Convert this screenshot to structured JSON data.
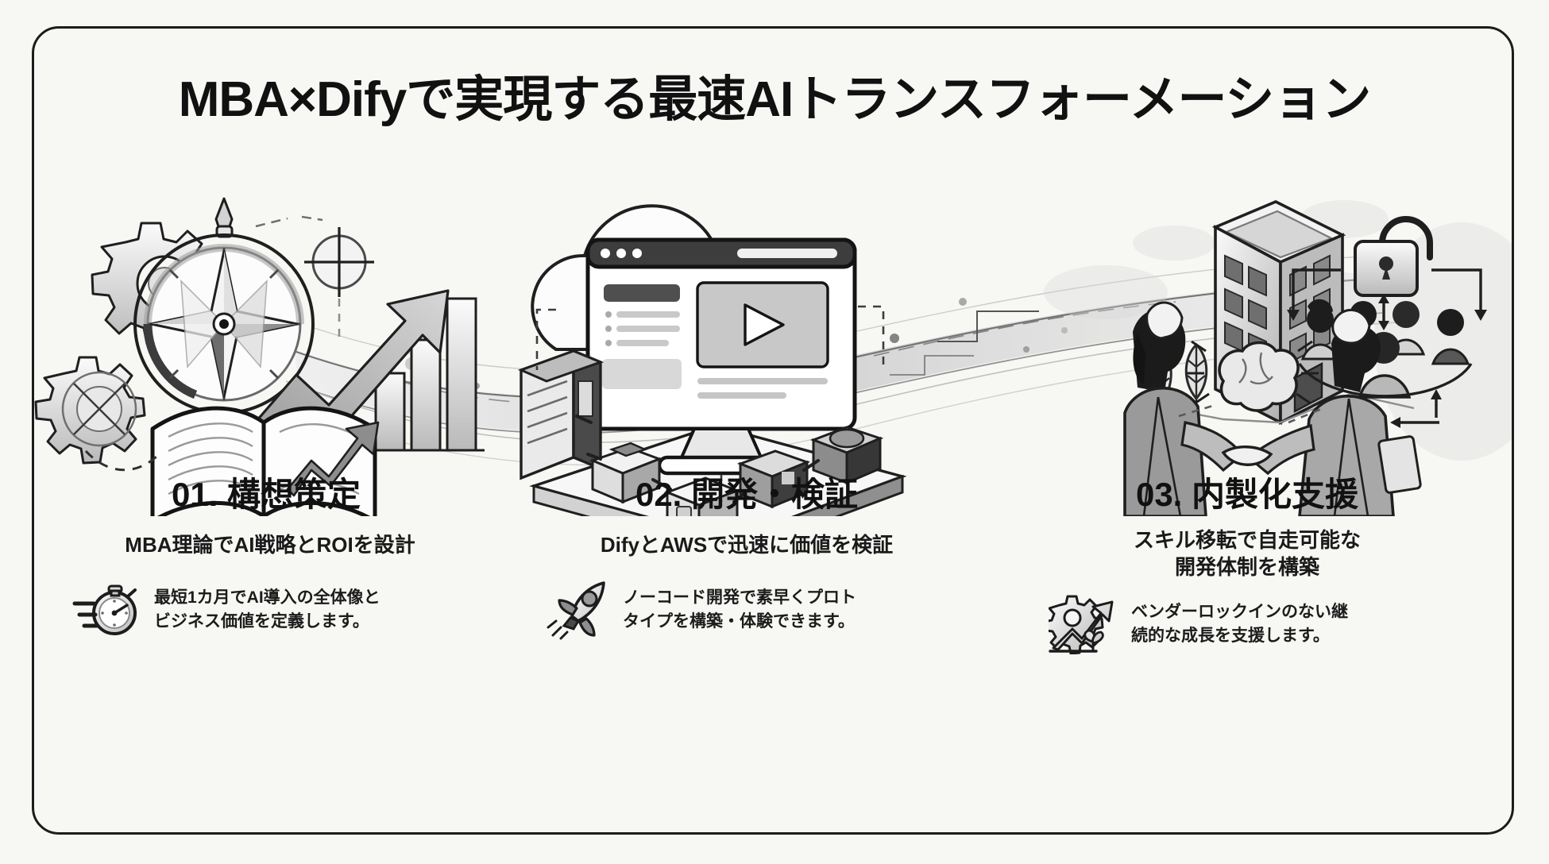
{
  "poster": {
    "title": "MBA×Difyで実現する最速AIトランスフォーメーション",
    "background_color": "#f7f7f4",
    "frame_color": "#1c1c1c",
    "text_color": "#111111"
  },
  "steps": [
    {
      "heading": "01. 構想策定",
      "subtitle_line1": "MBA理論でAI戦略とROIを設計",
      "subtitle_line2": "",
      "detail_line1": "最短1カ月でAI導入の全体像と",
      "detail_line2": "ビジネス価値を定義します。",
      "detail_icon": "stopwatch-icon",
      "illustration": "compass-gears-growth-book-illustration"
    },
    {
      "heading": "02. 開発・検証",
      "subtitle_line1": "DifyとAWSで迅速に価値を検証",
      "subtitle_line2": "",
      "detail_line1": "ノーコード開発で素早くプロト",
      "detail_line2": "タイプを構築・体験できます。",
      "detail_icon": "rocket-icon",
      "illustration": "cloud-monitor-server-cubes-illustration"
    },
    {
      "heading": "03. 内製化支援",
      "subtitle_line1": "スキル移転で自走可能な",
      "subtitle_line2": "開発体制を構築",
      "detail_line1": "ベンダーロックインのない継",
      "detail_line2": "続的な成長を支援します。",
      "detail_icon": "growth-gear-plant-icon",
      "illustration": "building-unlock-team-handshake-brain-illustration"
    }
  ]
}
